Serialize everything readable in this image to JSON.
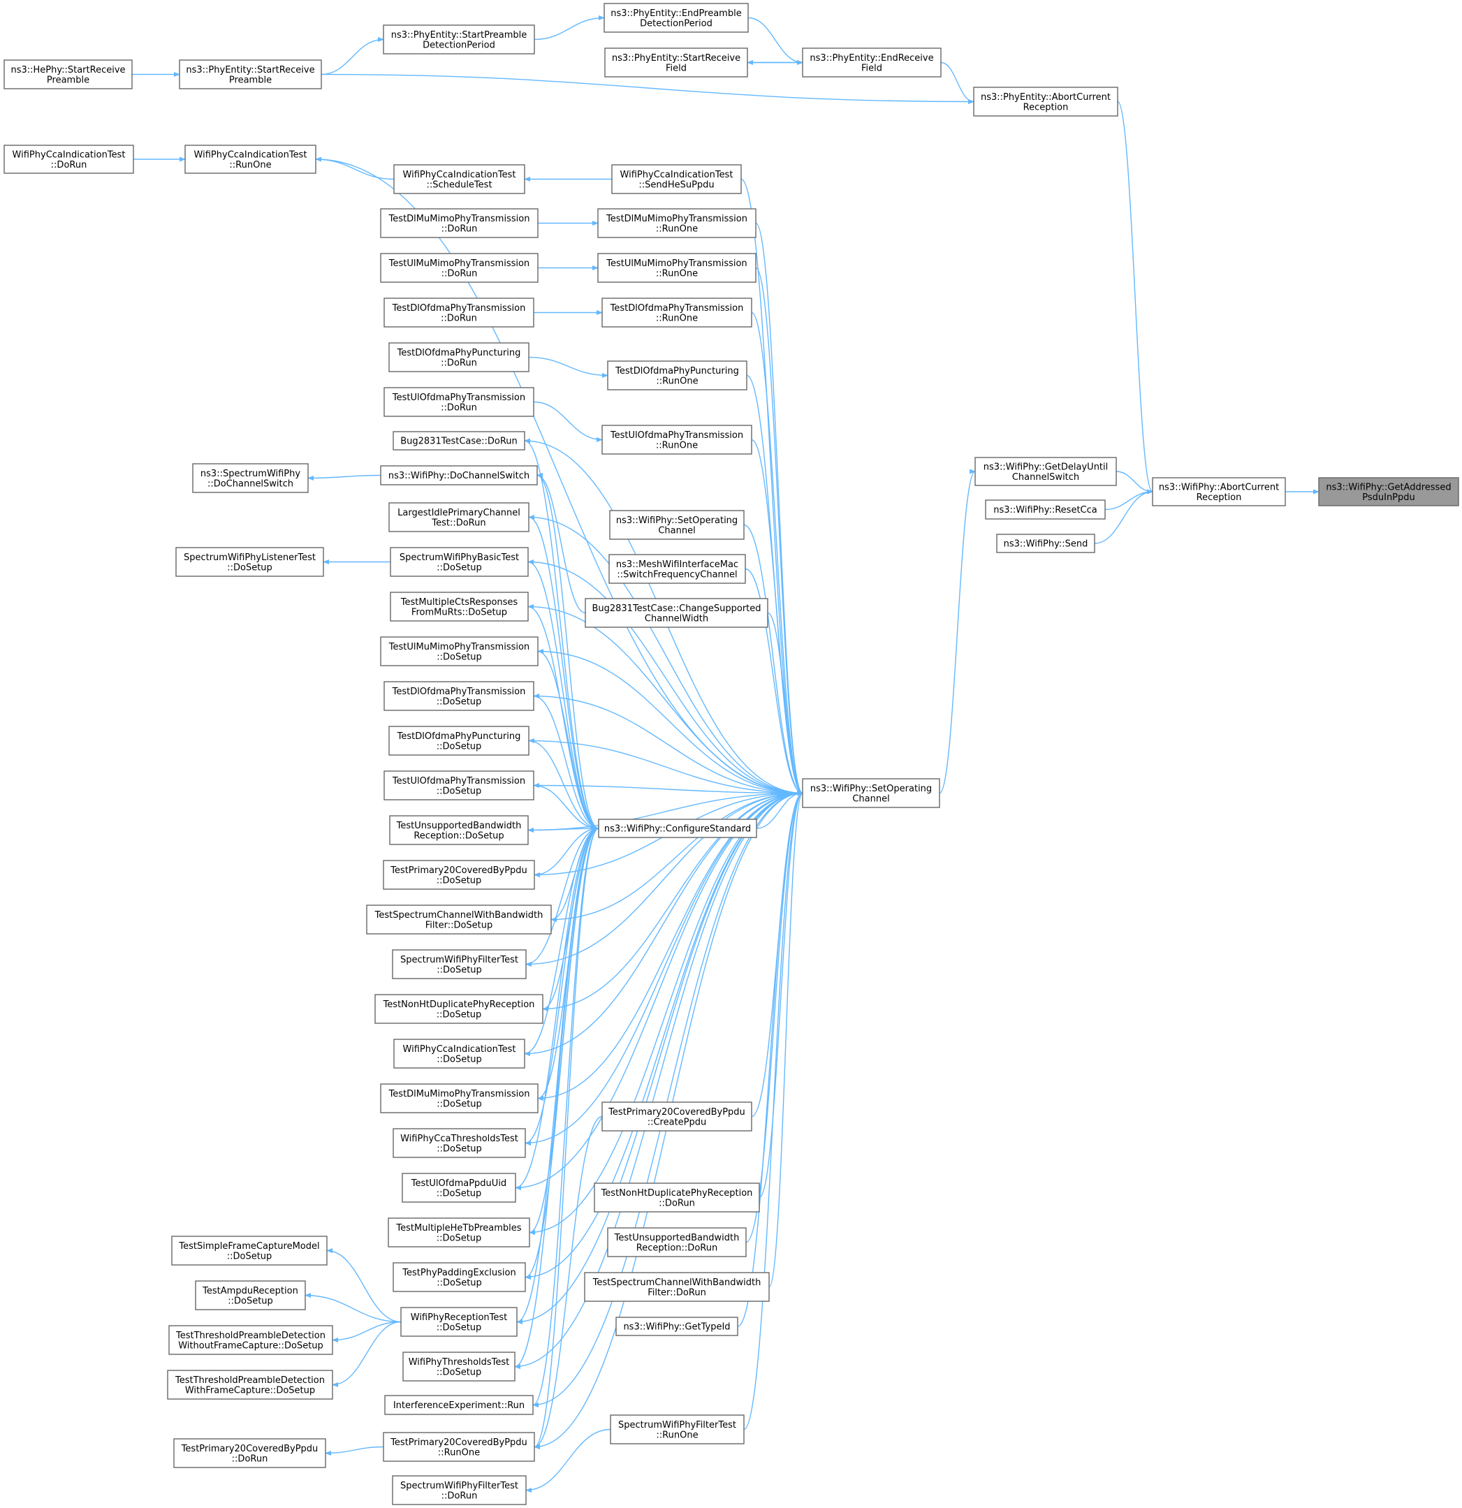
{
  "colors": {
    "edge": "#63b8ff",
    "node_border": "#666666",
    "node_fill": "#ffffff",
    "root_fill": "#999999",
    "text": "#000000"
  },
  "nodes": [
    {
      "id": "root",
      "lines": [
        "ns3::WifiPhy::GetAddressed",
        "PsduInPpdu"
      ],
      "root": true
    },
    {
      "id": "abortCurrentReception",
      "lines": [
        "ns3::WifiPhy::AbortCurrent",
        "Reception"
      ]
    },
    {
      "id": "getDelayUntilChannelSwitch",
      "lines": [
        "ns3::WifiPhy::GetDelayUntil",
        "ChannelSwitch"
      ]
    },
    {
      "id": "resetCca",
      "lines": [
        "ns3::WifiPhy::ResetCca"
      ]
    },
    {
      "id": "wifiPhySend",
      "lines": [
        "ns3::WifiPhy::Send"
      ]
    },
    {
      "id": "phyEntityAbort",
      "lines": [
        "ns3::PhyEntity::AbortCurrent",
        "Reception"
      ]
    },
    {
      "id": "endReceiveField",
      "lines": [
        "ns3::PhyEntity::EndReceive",
        "Field"
      ]
    },
    {
      "id": "endPreamble",
      "lines": [
        "ns3::PhyEntity::EndPreamble",
        "DetectionPeriod"
      ]
    },
    {
      "id": "startReceiveField",
      "lines": [
        "ns3::PhyEntity::StartReceive",
        "Field"
      ]
    },
    {
      "id": "startPreambleDetection",
      "lines": [
        "ns3::PhyEntity::StartPreamble",
        "DetectionPeriod"
      ]
    },
    {
      "id": "startReceivePreamble",
      "lines": [
        "ns3::PhyEntity::StartReceive",
        "Preamble"
      ]
    },
    {
      "id": "hePhyStartReceive",
      "lines": [
        "ns3::HePhy::StartReceive",
        "Preamble"
      ]
    },
    {
      "id": "setOperatingChannel",
      "lines": [
        "ns3::WifiPhy::SetOperating",
        "Channel"
      ]
    },
    {
      "id": "configureStandard",
      "lines": [
        "ns3::WifiPhy::ConfigureStandard"
      ]
    },
    {
      "id": "ccaRunOne",
      "lines": [
        "WifiPhyCcaIndicationTest",
        "::RunOne"
      ]
    },
    {
      "id": "ccaDoRun",
      "lines": [
        "WifiPhyCcaIndicationTest",
        "::DoRun"
      ]
    },
    {
      "id": "ccaScheduleTest",
      "lines": [
        "WifiPhyCcaIndicationTest",
        "::ScheduleTest"
      ]
    },
    {
      "id": "ccaSendHeSuPpdu",
      "lines": [
        "WifiPhyCcaIndicationTest",
        "::SendHeSuPpdu"
      ]
    },
    {
      "id": "dlMuMimoRunOne",
      "lines": [
        "TestDlMuMimoPhyTransmission",
        "::RunOne"
      ]
    },
    {
      "id": "dlMuMimoDoRun",
      "lines": [
        "TestDlMuMimoPhyTransmission",
        "::DoRun"
      ]
    },
    {
      "id": "ulMuMimoRunOne",
      "lines": [
        "TestUlMuMimoPhyTransmission",
        "::RunOne"
      ]
    },
    {
      "id": "ulMuMimoDoRun",
      "lines": [
        "TestUlMuMimoPhyTransmission",
        "::DoRun"
      ]
    },
    {
      "id": "dlOfdmaRunOne",
      "lines": [
        "TestDlOfdmaPhyTransmission",
        "::RunOne"
      ]
    },
    {
      "id": "dlOfdmaDoRun",
      "lines": [
        "TestDlOfdmaPhyTransmission",
        "::DoRun"
      ]
    },
    {
      "id": "dlPuncRunOne",
      "lines": [
        "TestDlOfdmaPhyPuncturing",
        "::RunOne"
      ]
    },
    {
      "id": "dlPuncDoRun",
      "lines": [
        "TestDlOfdmaPhyPuncturing",
        "::DoRun"
      ]
    },
    {
      "id": "ulOfdmaRunOne",
      "lines": [
        "TestUlOfdmaPhyTransmission",
        "::RunOne"
      ]
    },
    {
      "id": "ulOfdmaDoRun",
      "lines": [
        "TestUlOfdmaPhyTransmission",
        "::DoRun"
      ]
    },
    {
      "id": "bug2831DoRun",
      "lines": [
        "Bug2831TestCase::DoRun"
      ]
    },
    {
      "id": "doChannelSwitch",
      "lines": [
        "ns3::WifiPhy::DoChannelSwitch"
      ]
    },
    {
      "id": "spectrumDoChannelSwitch",
      "lines": [
        "ns3::SpectrumWifiPhy",
        "::DoChannelSwitch"
      ]
    },
    {
      "id": "largestIdle",
      "lines": [
        "LargestIdlePrimaryChannel",
        "Test::DoRun"
      ]
    },
    {
      "id": "spectrumBasicSetup",
      "lines": [
        "SpectrumWifiPhyBasicTest",
        "::DoSetup"
      ]
    },
    {
      "id": "spectrumListenerSetup",
      "lines": [
        "SpectrumWifiPhyListenerTest",
        "::DoSetup"
      ]
    },
    {
      "id": "multipleCtsSetup",
      "lines": [
        "TestMultipleCtsResponses",
        "FromMuRts::DoSetup"
      ]
    },
    {
      "id": "bug2831Change",
      "lines": [
        "Bug2831TestCase::ChangeSupported",
        "ChannelWidth"
      ]
    },
    {
      "id": "wifiSetOperating",
      "lines": [
        "ns3::WifiPhy::SetOperating",
        "Channel"
      ]
    },
    {
      "id": "meshSwitch",
      "lines": [
        "ns3::MeshWifiInterfaceMac",
        "::SwitchFrequencyChannel"
      ]
    },
    {
      "id": "ulMuMimoSetup",
      "lines": [
        "TestUlMuMimoPhyTransmission",
        "::DoSetup"
      ]
    },
    {
      "id": "dlOfdmaSetup",
      "lines": [
        "TestDlOfdmaPhyTransmission",
        "::DoSetup"
      ]
    },
    {
      "id": "dlPuncSetup",
      "lines": [
        "TestDlOfdmaPhyPuncturing",
        "::DoSetup"
      ]
    },
    {
      "id": "ulOfdmaSetup",
      "lines": [
        "TestUlOfdmaPhyTransmission",
        "::DoSetup"
      ]
    },
    {
      "id": "unsupBwSetup",
      "lines": [
        "TestUnsupportedBandwidth",
        "Reception::DoSetup"
      ]
    },
    {
      "id": "primary20Setup",
      "lines": [
        "TestPrimary20CoveredByPpdu",
        "::DoSetup"
      ]
    },
    {
      "id": "spectrumChanBwSetup",
      "lines": [
        "TestSpectrumChannelWithBandwidth",
        "Filter::DoSetup"
      ]
    },
    {
      "id": "spectrumFilterSetup",
      "lines": [
        "SpectrumWifiPhyFilterTest",
        "::DoSetup"
      ]
    },
    {
      "id": "nonHtDupSetup",
      "lines": [
        "TestNonHtDuplicatePhyReception",
        "::DoSetup"
      ]
    },
    {
      "id": "ccaIndSetup",
      "lines": [
        "WifiPhyCcaIndicationTest",
        "::DoSetup"
      ]
    },
    {
      "id": "dlMuMimoSetup",
      "lines": [
        "TestDlMuMimoPhyTransmission",
        "::DoSetup"
      ]
    },
    {
      "id": "ccaThreshSetup",
      "lines": [
        "WifiPhyCcaThresholdsTest",
        "::DoSetup"
      ]
    },
    {
      "id": "ulOfdmaPpduUidSetup",
      "lines": [
        "TestUlOfdmaPpduUid",
        "::DoSetup"
      ]
    },
    {
      "id": "multiHeTbSetup",
      "lines": [
        "TestMultipleHeTbPreambles",
        "::DoSetup"
      ]
    },
    {
      "id": "phyPaddingSetup",
      "lines": [
        "TestPhyPaddingExclusion",
        "::DoSetup"
      ]
    },
    {
      "id": "receptionTestSetup",
      "lines": [
        "WifiPhyReceptionTest",
        "::DoSetup"
      ]
    },
    {
      "id": "thresholdsSetup",
      "lines": [
        "WifiPhyThresholdsTest",
        "::DoSetup"
      ]
    },
    {
      "id": "interferenceRun",
      "lines": [
        "InterferenceExperiment::Run"
      ]
    },
    {
      "id": "primary20RunOne",
      "lines": [
        "TestPrimary20CoveredByPpdu",
        "::RunOne"
      ]
    },
    {
      "id": "primary20DoRun",
      "lines": [
        "TestPrimary20CoveredByPpdu",
        "::DoRun"
      ]
    },
    {
      "id": "spectrumFilterDoRun",
      "lines": [
        "SpectrumWifiPhyFilterTest",
        "::DoRun"
      ]
    },
    {
      "id": "spectrumFilterRunOne",
      "lines": [
        "SpectrumWifiPhyFilterTest",
        "::RunOne"
      ]
    },
    {
      "id": "primary20CreatePpdu",
      "lines": [
        "TestPrimary20CoveredByPpdu",
        "::CreatePpdu"
      ]
    },
    {
      "id": "nonHtDupDoRun",
      "lines": [
        "TestNonHtDuplicatePhyReception",
        "::DoRun"
      ]
    },
    {
      "id": "unsupBwDoRun",
      "lines": [
        "TestUnsupportedBandwidth",
        "Reception::DoRun"
      ]
    },
    {
      "id": "spectrumChanBwDoRun",
      "lines": [
        "TestSpectrumChannelWithBandwidth",
        "Filter::DoRun"
      ]
    },
    {
      "id": "getTypeId",
      "lines": [
        "ns3::WifiPhy::GetTypeId"
      ]
    },
    {
      "id": "simpleFrameCapSetup",
      "lines": [
        "TestSimpleFrameCaptureModel",
        "::DoSetup"
      ]
    },
    {
      "id": "ampduSetup",
      "lines": [
        "TestAmpduReception",
        "::DoSetup"
      ]
    },
    {
      "id": "threshWithoutSetup",
      "lines": [
        "TestThresholdPreambleDetection",
        "WithoutFrameCapture::DoSetup"
      ]
    },
    {
      "id": "threshWithSetup",
      "lines": [
        "TestThresholdPreambleDetection",
        "WithFrameCapture::DoSetup"
      ]
    }
  ]
}
